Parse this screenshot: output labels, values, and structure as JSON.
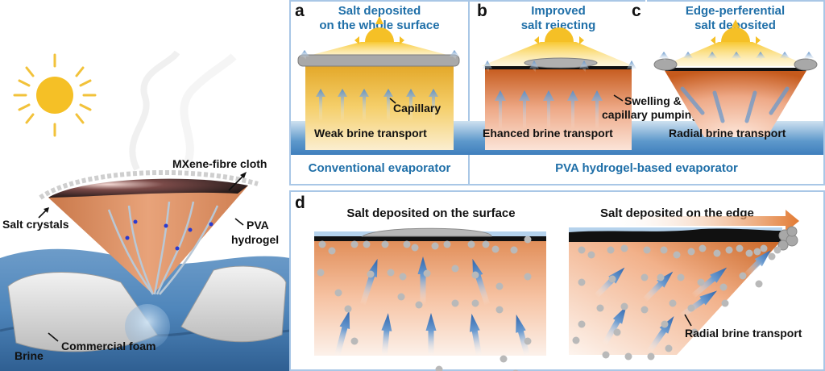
{
  "figure": {
    "left_illustration": {
      "labels": {
        "mxene": "MXene-fibre cloth",
        "salt": "Salt crystals",
        "pva": "PVA\nhydrogel",
        "pva_line1": "PVA",
        "pva_line2": "hydrogel",
        "foam": "Commercial foam",
        "brine": "Brine"
      },
      "icons": [
        "sun-icon"
      ]
    },
    "panel_a": {
      "letter": "a",
      "title_line1": "Salt deposited",
      "title_line2": "on the whole surface",
      "annotation": "Capillary",
      "bottom_label": "Weak brine transport"
    },
    "panel_b": {
      "letter": "b",
      "title_line1": "Improved",
      "title_line2": "salt rejecting",
      "annotation_line1": "Swelling &",
      "annotation_line2": "capillary pumping",
      "bottom_label": "Ehanced brine transport"
    },
    "panel_c": {
      "letter": "c",
      "title_line1": "Edge-perferential",
      "title_line2": "salt deposited",
      "bottom_label": "Radial brine transport"
    },
    "group_labels": {
      "conventional": "Conventional evaporator",
      "pva": "PVA hydrogel-based evaporator"
    },
    "panel_d": {
      "letter": "d",
      "left_title": "Salt deposited on the surface",
      "right_title": "Salt deposited on the edge",
      "right_annotation": "Radial brine transport"
    },
    "colors": {
      "accent_blue_text": "#1f6fa8",
      "frame_border": "#a9c7e6",
      "water_blue": "#4f8cc4",
      "hydrogel_orange": "#d9834a",
      "sun_yellow": "#f5c026",
      "salt_gray": "#b5b5b5"
    }
  }
}
